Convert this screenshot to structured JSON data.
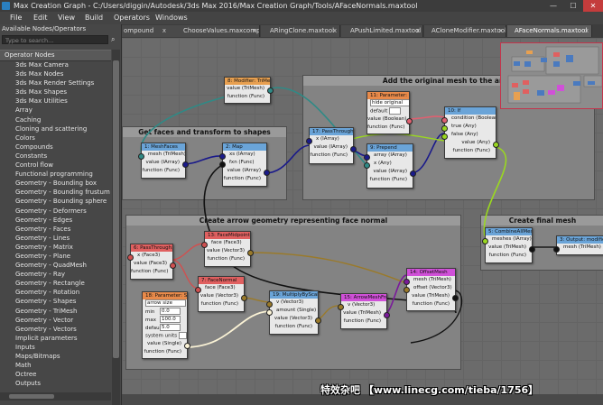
{
  "window": {
    "title": "Max Creation Graph - C:/Users/diggin/Autodesk/3ds Max 2016/Max Creation Graph/Tools/AFaceNormals.maxtool",
    "minimize": "—",
    "maximize": "☐",
    "close": "✕"
  },
  "menu": [
    "File",
    "Edit",
    "View",
    "Build",
    "Operators",
    "Windows"
  ],
  "left_panel": {
    "title": "Available Nodes/Operators",
    "search_placeholder": "Type to search...",
    "category": "Operator Nodes",
    "items": [
      "3ds Max Camera",
      "3ds Max Nodes",
      "3ds Max Render Settings",
      "3ds Max Shapes",
      "3ds Max Utilities",
      "Array",
      "Caching",
      "Cloning and scattering",
      "Colors",
      "Compounds",
      "Constants",
      "Control flow",
      "Functional programming",
      "Geometry - Bounding box",
      "Geometry - Bounding frustum",
      "Geometry - Bounding sphere",
      "Geometry - Deformers",
      "Geometry - Edges",
      "Geometry - Faces",
      "Geometry - Lines",
      "Geometry - Matrix",
      "Geometry - Plane",
      "Geometry - QuadMesh",
      "Geometry - Ray",
      "Geometry - Rectangle",
      "Geometry - Rotation",
      "Geometry - Shapes",
      "Geometry - TriMesh",
      "Geometry - Vector",
      "Geometry - Vectors",
      "Implicit parameters",
      "Inputs",
      "Maps/Bitmaps",
      "Math",
      "Octree",
      "Outputs"
    ]
  },
  "tabs": [
    "ompound",
    "ChooseValues.maxcompound",
    "ARingClone.maxtool",
    "APushLimited.maxtool",
    "ACloneModifier.maxtool",
    "AFaceNormals.maxtool"
  ],
  "tab_close": "x",
  "groups": {
    "g1": "Get faces and transform to shapes",
    "g2": "Add the original mesh to the array",
    "g3": "Create arrow geometry representing face normal",
    "g4": "Create final mesh"
  },
  "nodes": {
    "modifier_trimesh": {
      "title": "8: Modifier: TriMesh",
      "rows": [
        "value (TriMesh)",
        "function (Func)"
      ]
    },
    "mesh_faces": {
      "title": "1: MeshFaces",
      "in": [
        "mesh (TriMesh)"
      ],
      "out": [
        "value (IArray)",
        "function (Func)"
      ]
    },
    "map": {
      "title": "2: Map",
      "in": [
        "xs (IArray)",
        "fxn (Func)"
      ],
      "out": [
        "value (IArray)",
        "function (Func)"
      ]
    },
    "passthrough_a": {
      "title": "17: PassThrough",
      "in": [
        "x (IArray)"
      ],
      "out": [
        "value (IArray)",
        "function (Func)"
      ]
    },
    "prepend": {
      "title": "9: Prepend",
      "in": [
        "array (IArray)",
        "x (Any)"
      ],
      "out": [
        "value (IArray)",
        "function (Func)"
      ]
    },
    "param_bool": {
      "title": "11: Parameter: Bo...",
      "value": "hide original",
      "default_label": "default",
      "rows": [
        "value (Boolean)",
        "function (Func)"
      ]
    },
    "if_node": {
      "title": "10: If",
      "in": [
        "condition (Boolean)",
        "true (Any)",
        "false (Any)"
      ],
      "out": [
        "value (Any)",
        "function (Func)"
      ]
    },
    "combine_all": {
      "title": "5: CombineAllMeshes",
      "in": [
        "meshes (IArray)"
      ],
      "out": [
        "value (TriMesh)",
        "function (Func)"
      ]
    },
    "output_modifier": {
      "title": "3: Output: modifier",
      "in": [
        "mesh (TriMesh)"
      ]
    },
    "passthrough_b": {
      "title": "6: PassThrough: F...",
      "in": [
        "x (Face3)"
      ],
      "out": [
        "value (Face3)",
        "function (Func)"
      ]
    },
    "face_midpoint": {
      "title": "13: FaceMidpoint",
      "in": [
        "face (Face3)"
      ],
      "out": [
        "value (Vector3)",
        "function (Func)"
      ]
    },
    "face_normal": {
      "title": "7: FaceNormal",
      "in": [
        "face (Face3)"
      ],
      "out": [
        "value (Vector3)",
        "function (Func)"
      ]
    },
    "param_single": {
      "title": "18: Parameter: Sin...",
      "name": "arrow size",
      "labels": [
        "min",
        "max",
        "default",
        "system units"
      ],
      "values": [
        "0.0",
        "100.0",
        "5.0",
        ""
      ],
      "rows": [
        "value (Single)",
        "function (Func)"
      ]
    },
    "multiply_scalar": {
      "title": "19: MultiplyByScalar",
      "in": [
        "v (Vector3)",
        "amount (Single)"
      ],
      "out": [
        "value (Vector3)",
        "function (Func)"
      ]
    },
    "arrow_mesh": {
      "title": "15: ArrowMeshFrom...",
      "in": [
        "v (Vector3)"
      ],
      "out": [
        "value (TriMesh)",
        "function (Func)"
      ]
    },
    "offset_mesh": {
      "title": "14: OffsetMesh",
      "in": [
        "mesh (TriMesh)",
        "offset (Vector3)"
      ],
      "out": [
        "value (TriMesh)",
        "function (Func)"
      ]
    }
  },
  "watermark": "特效杂吧 【www.linecg.com/tieba/1756】",
  "colors": {
    "title_orange": "#e8a050",
    "title_blue": "#6aa4d8",
    "title_red": "#e06060",
    "title_magenta": "#d050d8",
    "title_salmon": "#e88a7a",
    "wire_teal": "#2f8a86",
    "wire_navy": "#1a1a8a",
    "wire_green": "#9ad820",
    "wire_black": "#111111",
    "wire_cream": "#fbf3d6",
    "wire_purple": "#7a1a9a"
  }
}
